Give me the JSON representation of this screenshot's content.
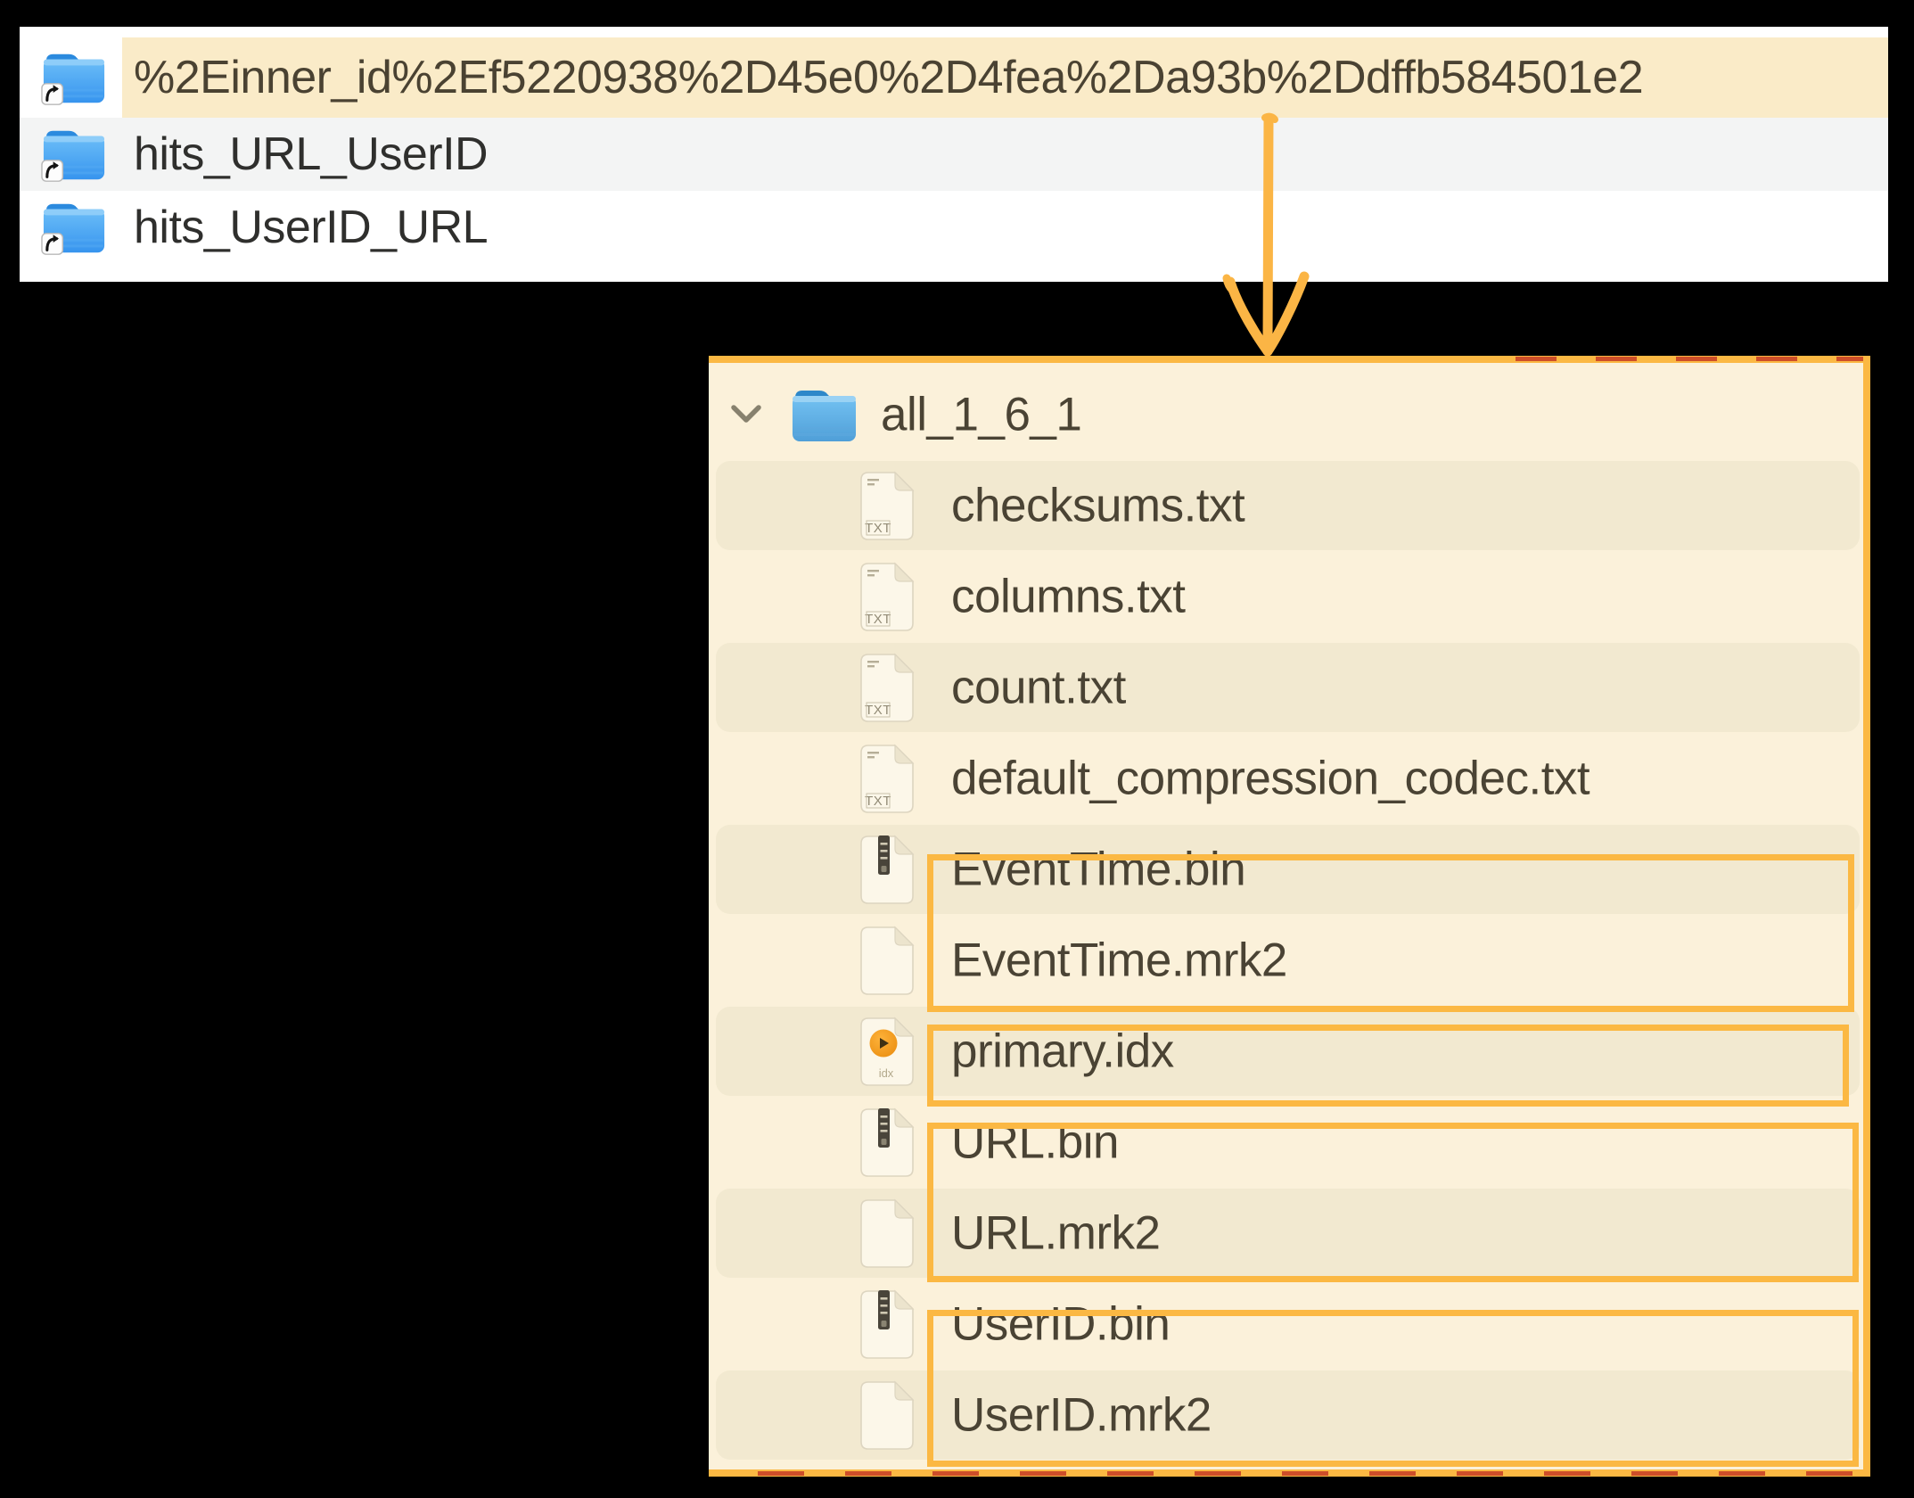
{
  "colors": {
    "accent_orange": "#fbb843",
    "red_dash": "#c94527",
    "selection_highlight": "#faebc8",
    "list_stripe_gray": "#f3f4f4",
    "panel_cream": "#fbf1da",
    "panel_stripe": "#f2e9d0",
    "folder_blue": "#3f9df1",
    "text_dark": "#2f2f2d",
    "text_olive": "#4a4334"
  },
  "finder_list": {
    "rows": [
      {
        "label": "%2Einner_id%2Ef5220938%2D45e0%2D4fea%2Da93b%2Ddffb584501e2",
        "icon": "folder-alias-icon",
        "state": "highlighted"
      },
      {
        "label": "hits_URL_UserID",
        "icon": "folder-alias-icon",
        "state": "striped"
      },
      {
        "label": "hits_UserID_URL",
        "icon": "folder-alias-icon",
        "state": "plain"
      }
    ]
  },
  "part_tree": {
    "root": {
      "label": "all_1_6_1",
      "icon": "folder-icon",
      "expanded": true
    },
    "items": [
      {
        "label": "checksums.txt",
        "icon": "txt-file-icon",
        "striped": true
      },
      {
        "label": "columns.txt",
        "icon": "txt-file-icon",
        "striped": false
      },
      {
        "label": "count.txt",
        "icon": "txt-file-icon",
        "striped": true
      },
      {
        "label": "default_compression_codec.txt",
        "icon": "txt-file-icon",
        "striped": false
      },
      {
        "label": "EventTime.bin",
        "icon": "bin-file-icon",
        "striped": true,
        "group": "eventtime"
      },
      {
        "label": "EventTime.mrk2",
        "icon": "mrk2-file-icon",
        "striped": false,
        "group": "eventtime"
      },
      {
        "label": "primary.idx",
        "icon": "idx-file-icon",
        "striped": true,
        "group": "primary"
      },
      {
        "label": "URL.bin",
        "icon": "bin-file-icon",
        "striped": false,
        "group": "url"
      },
      {
        "label": "URL.mrk2",
        "icon": "mrk2-file-icon",
        "striped": true,
        "group": "url"
      },
      {
        "label": "UserID.bin",
        "icon": "bin-file-icon",
        "striped": false,
        "group": "userid"
      },
      {
        "label": "UserID.mrk2",
        "icon": "mrk2-file-icon",
        "striped": true,
        "group": "userid"
      }
    ],
    "highlight_groups": [
      {
        "id": "eventtime",
        "files": [
          "EventTime.bin",
          "EventTime.mrk2"
        ]
      },
      {
        "id": "primary",
        "files": [
          "primary.idx"
        ]
      },
      {
        "id": "url",
        "files": [
          "URL.bin",
          "URL.mrk2"
        ]
      },
      {
        "id": "userid",
        "files": [
          "UserID.bin",
          "UserID.mrk2"
        ]
      }
    ]
  },
  "icon_labels": {
    "txt_badge": "TXT",
    "idx_badge": "idx"
  }
}
